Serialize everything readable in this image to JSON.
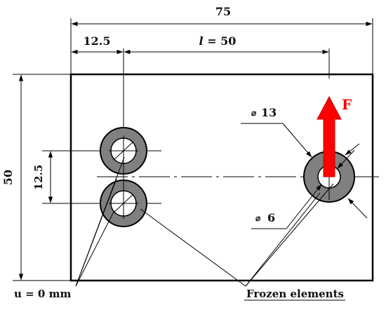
{
  "dimensions": {
    "total_width": "75",
    "offset_left": "12.5",
    "length_prefix": "l",
    "length_rest": " = 50",
    "height": "50",
    "hole_spacing": "12.5",
    "outer_diameter": "13",
    "inner_diameter": "6",
    "diameter_symbol": "⌀"
  },
  "labels": {
    "force": "F",
    "boundary_condition": "u = 0 mm",
    "frozen": "Frozen elements"
  },
  "colors": {
    "plate_stroke": "#000000",
    "ring_fill": "#808080",
    "force_arrow": "#ff0000",
    "force_text": "#ff0000"
  }
}
